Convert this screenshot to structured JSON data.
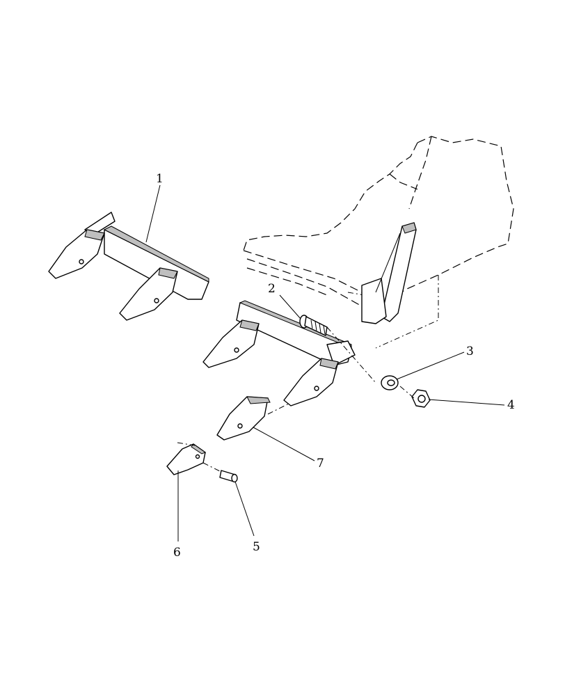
{
  "callouts": [
    {
      "id": "c1",
      "text": "1"
    },
    {
      "id": "c2",
      "text": "2"
    },
    {
      "id": "c3",
      "text": "3"
    },
    {
      "id": "c4",
      "text": "4"
    },
    {
      "id": "c5",
      "text": "5"
    },
    {
      "id": "c6",
      "text": "6"
    },
    {
      "id": "c7",
      "text": "7"
    }
  ],
  "colors": {
    "line": "#000000",
    "shade": "#bfbfbf",
    "background": "#ffffff"
  }
}
